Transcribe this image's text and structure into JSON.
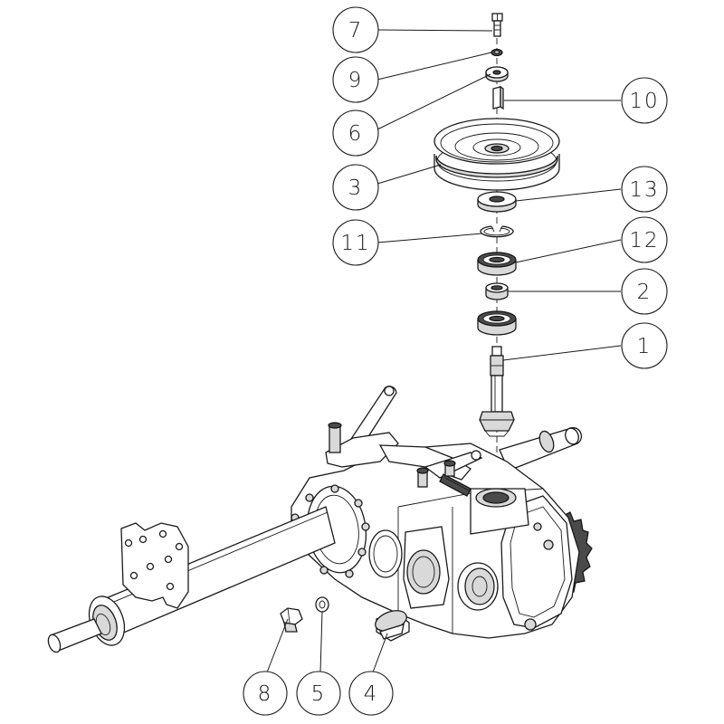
{
  "callouts": [
    {
      "id": "7",
      "label": "7"
    },
    {
      "id": "9",
      "label": "9"
    },
    {
      "id": "6",
      "label": "6"
    },
    {
      "id": "3",
      "label": "3"
    },
    {
      "id": "11",
      "label": "11"
    },
    {
      "id": "10",
      "label": "10"
    },
    {
      "id": "13",
      "label": "13"
    },
    {
      "id": "12",
      "label": "12"
    },
    {
      "id": "2",
      "label": "2"
    },
    {
      "id": "1",
      "label": "1"
    },
    {
      "id": "8",
      "label": "8"
    },
    {
      "id": "5",
      "label": "5"
    },
    {
      "id": "4",
      "label": "4"
    }
  ]
}
